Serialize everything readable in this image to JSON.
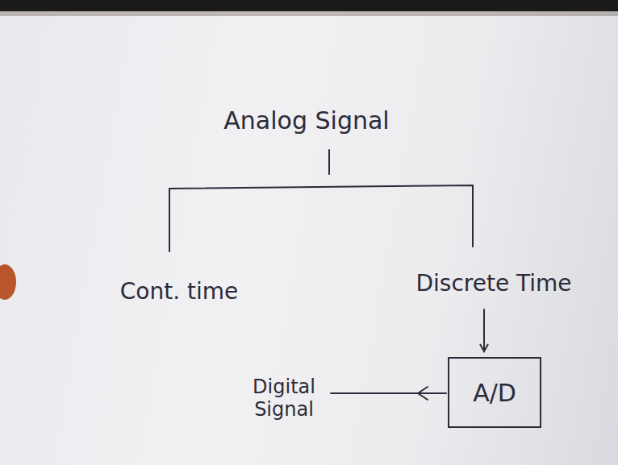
{
  "diagram": {
    "nodes": [
      {
        "text": [
          "A/D"
        ]
      }
    ],
    "labels": [
      "Analog Signal",
      "Cont. time",
      "Discrete Time",
      "Digital Signal"
    ]
  }
}
